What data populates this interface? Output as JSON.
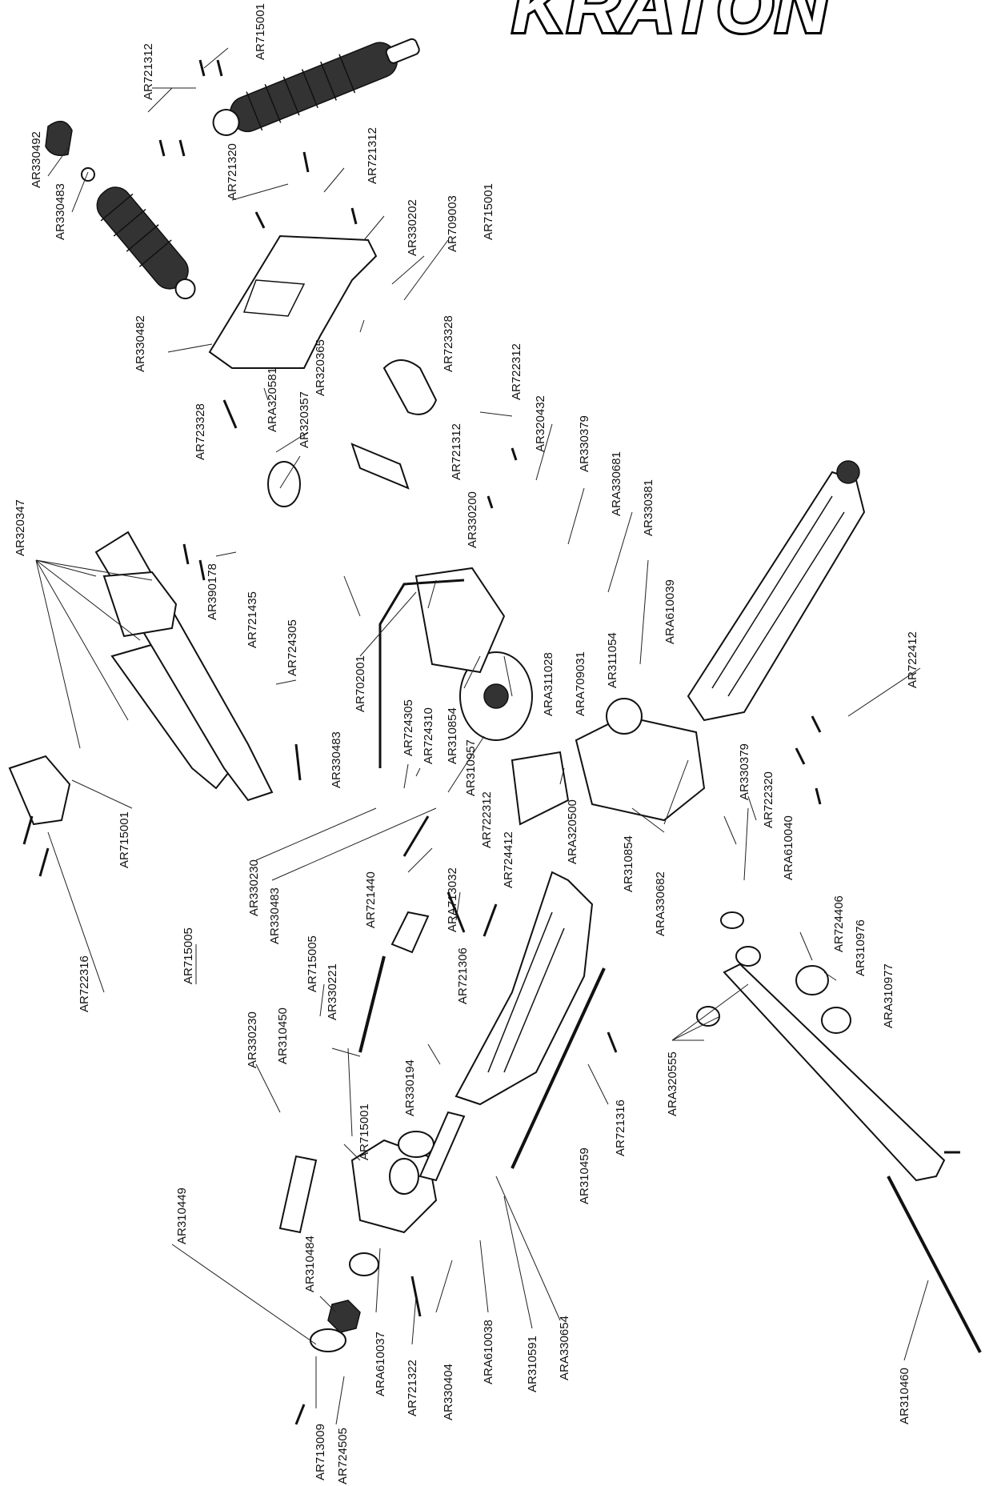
{
  "brand": {
    "logo_text": "KRATON"
  },
  "parts": [
    "AR715001",
    "AR721312",
    "AR330492",
    "AR330483",
    "AR721320",
    "AR721312",
    "AR330202",
    "AR709003",
    "AR715001",
    "AR330482",
    "AR723328",
    "ARA320581",
    "AR723328",
    "AR320357",
    "AR320365",
    "AR722312",
    "AR320432",
    "AR330379",
    "ARA330681",
    "AR330381",
    "AR721312",
    "AR330200",
    "AR320347",
    "AR390178",
    "AR721435",
    "AR724305",
    "AR702001",
    "ARA610039",
    "AR311054",
    "ARA311028",
    "ARA709031",
    "AR310854",
    "AR310957",
    "AR724310",
    "AR724305",
    "AR330483",
    "AR722412",
    "AR715001",
    "AR722312",
    "AR724412",
    "ARA320500",
    "AR310854",
    "AR330379",
    "AR722320",
    "ARA610040",
    "ARA330682",
    "AR330230",
    "AR330483",
    "AR722316",
    "AR715005",
    "ARA713032",
    "AR721440",
    "AR721306",
    "AR724406",
    "AR310976",
    "ARA310977",
    "AR330221",
    "AR715005",
    "AR330230",
    "AR310450",
    "AR330194",
    "AR715001",
    "AR721316",
    "ARA320555",
    "AR310459",
    "AR310449",
    "AR310484",
    "ARA610037",
    "AR721322",
    "AR330404",
    "ARA610038",
    "AR310591",
    "ARA330654",
    "AR310460",
    "AR713009",
    "AR724505"
  ]
}
